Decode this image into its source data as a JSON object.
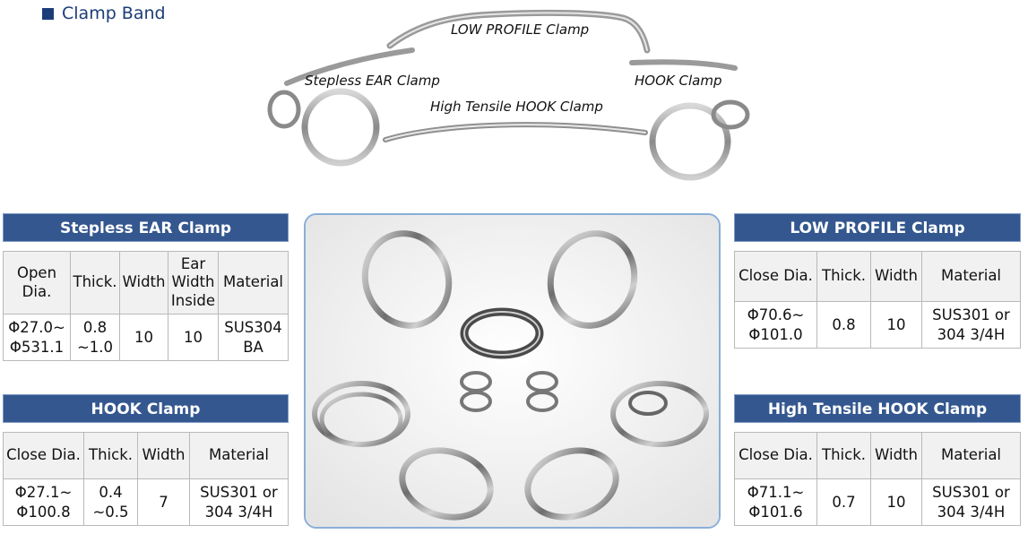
{
  "page": {
    "title": "Clamp Band"
  },
  "car_labels": {
    "low_profile": "LOW PROFILE Clamp",
    "stepless_ear": "Stepless EAR Clamp",
    "hook": "HOOK Clamp",
    "high_tensile": "High Tensile HOOK Clamp"
  },
  "tables": {
    "stepless_ear": {
      "title": "Stepless EAR Clamp",
      "headers": [
        "Open Dia.",
        "Thick.",
        "Width",
        "Ear Width Inside",
        "Material"
      ],
      "row": [
        "Φ27.0~ Φ531.1",
        "0.8 ~1.0",
        "10",
        "10",
        "SUS304 BA"
      ]
    },
    "hook": {
      "title": "HOOK Clamp",
      "headers": [
        "Close Dia.",
        "Thick.",
        "Width",
        "Material"
      ],
      "row": [
        "Φ27.1~ Φ100.8",
        "0.4 ~0.5",
        "7",
        "SUS301 or 304 3/4H"
      ]
    },
    "low_profile": {
      "title": "LOW PROFILE Clamp",
      "headers": [
        "Close Dia.",
        "Thick.",
        "Width",
        "Material"
      ],
      "row": [
        "Φ70.6~ Φ101.0",
        "0.8",
        "10",
        "SUS301 or 304 3/4H"
      ]
    },
    "high_tensile": {
      "title": "High Tensile HOOK Clamp",
      "headers": [
        "Close Dia.",
        "Thick.",
        "Width",
        "Material"
      ],
      "row": [
        "Φ71.1~ Φ101.6",
        "0.7",
        "10",
        "SUS301 or 304 3/4H"
      ]
    }
  },
  "colors": {
    "header_bg": "#34578f",
    "title_text": "#1c3c78",
    "photo_border": "#8aaed8"
  }
}
